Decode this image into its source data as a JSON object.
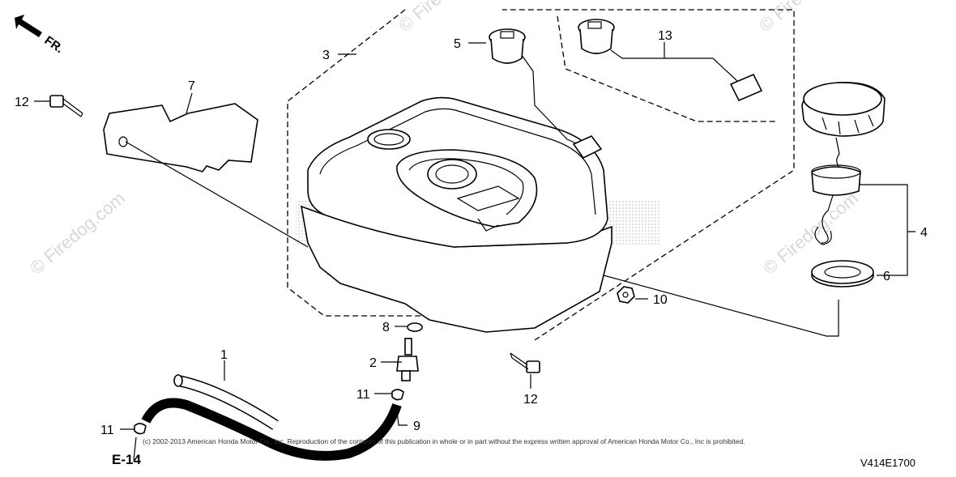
{
  "callouts": {
    "c1": "1",
    "c2": "2",
    "c3": "3",
    "c4": "4",
    "c5": "5",
    "c6": "6",
    "c7": "7",
    "c8": "8",
    "c9": "9",
    "c10": "10",
    "c11a": "11",
    "c11b": "11",
    "c12a": "12",
    "c12b": "12",
    "c13": "13"
  },
  "direction_label": "FR.",
  "ref_label": "E-14",
  "diagram_code": "V414E1700",
  "copyright": "(c) 2002-2013 American Honda Motor Co., Inc. Reproduction of the contents of this publication in whole or in part without the express written approval of American Honda Motor Co., Inc is prohibited.",
  "watermark": "© Firedog.com",
  "colors": {
    "line": "#000000",
    "background": "#ffffff",
    "watermark": "#d8d8d8"
  }
}
